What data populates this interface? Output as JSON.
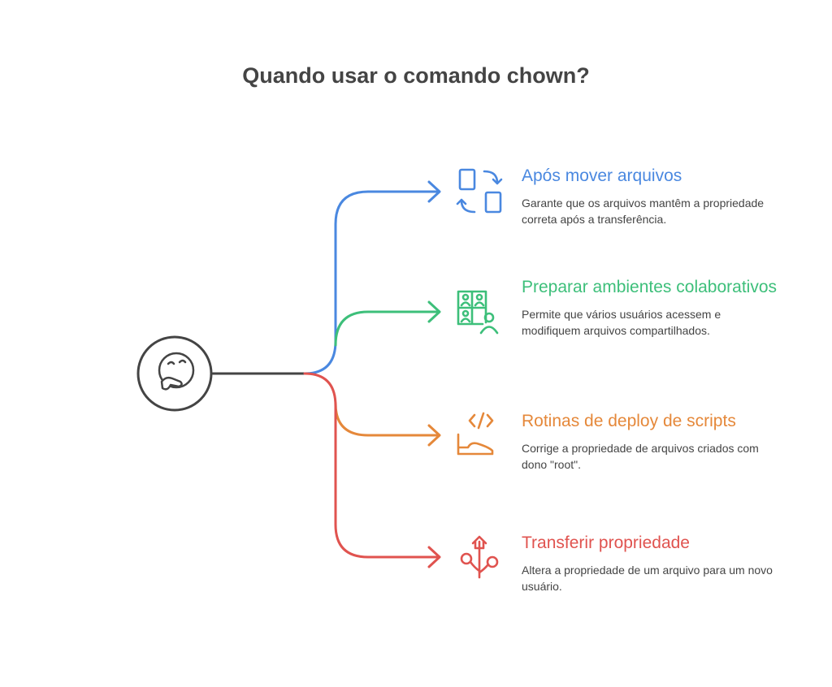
{
  "title": "Quando usar o comando chown?",
  "center_icon": "thinking-face-icon",
  "colors": {
    "blue": "#4a88e0",
    "green": "#3dbf7a",
    "orange": "#e5883a",
    "red": "#e0534f",
    "line": "#444444"
  },
  "items": [
    {
      "title": "Após mover arquivos",
      "description": "Garante que os arquivos mantêm a propriedade correta após a transferência.",
      "icon": "file-transfer-icon"
    },
    {
      "title": "Preparar ambientes colaborativos",
      "description": "Permite que vários usuários acessem e modifiquem arquivos compartilhados.",
      "icon": "video-conference-users-icon"
    },
    {
      "title": "Rotinas de deploy de scripts",
      "description": "Corrige a propriedade de arquivos criados com dono \"root\".",
      "icon": "code-deploy-icon"
    },
    {
      "title": "Transferir propriedade",
      "description": "Altera a propriedade de um arquivo para um novo usuário.",
      "icon": "ownership-transfer-icon"
    }
  ]
}
